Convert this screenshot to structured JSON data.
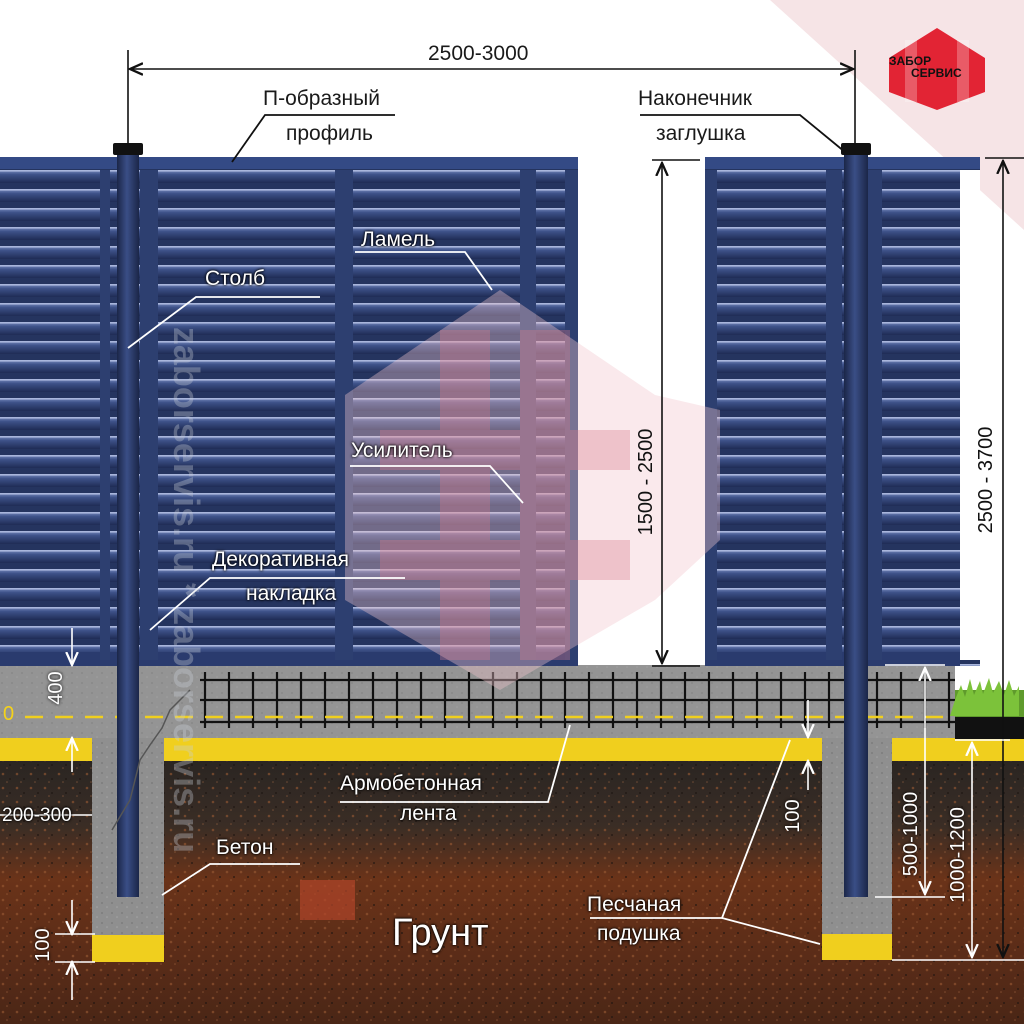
{
  "brand": {
    "logo_line1": "ЗАБОР",
    "logo_line2": "СЕРВИС",
    "watermark": "zaborservis.ru * zaborservis.ru",
    "logo_color": "#e0192a"
  },
  "dimensions": {
    "span": "2500-3000",
    "panel_height": "1500 - 2500",
    "post_total": "2500 - 3700",
    "above_ground": "400",
    "post_burial": "500-1000",
    "pit_depth": "1000-1200",
    "pit_width": "200-300",
    "strip_sand": "100",
    "pit_sand": "100",
    "ground_zero": "0"
  },
  "labels": {
    "u_profile_1": "П-образный",
    "u_profile_2": "профиль",
    "end_cap_1": "Наконечник",
    "end_cap_2": "заглушка",
    "slat": "Ламель",
    "post": "Столб",
    "stiffener": "Усилитель",
    "deco_trim_1": "Декоративная",
    "deco_trim_2": "накладка",
    "strip_1": "Армобетонная",
    "strip_2": "лента",
    "concrete": "Бетон",
    "soil": "Грунт",
    "sand_1": "Песчаная",
    "sand_2": "подушка"
  },
  "colors": {
    "fence_blue": "#2d3f70",
    "sand": "#f0cf1e",
    "concrete": "#8e8e8e",
    "soil_dark": "#3b2a20",
    "soil_red": "#7a3a1f"
  }
}
